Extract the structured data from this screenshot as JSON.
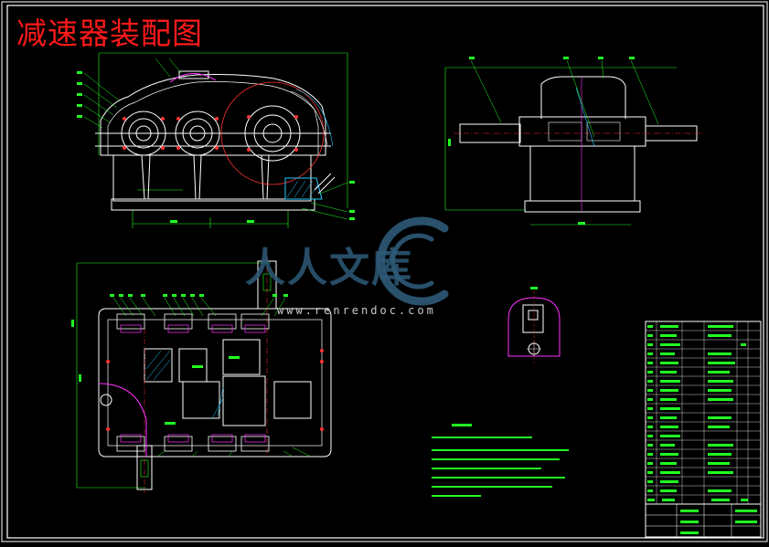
{
  "drawing": {
    "title": "减速器装配图",
    "watermark_text": "人人文库",
    "watermark_url": "www.renrendoc.com"
  },
  "colors": {
    "background": "#000000",
    "title": "#ff1a1a",
    "outline": "#ffffff",
    "dimension": "#22ff22",
    "accent": "#ff33ff",
    "gear_circle": "#ff3333",
    "hatch": "#22ccff",
    "watermark": "#2e5a78"
  },
  "icons": {
    "watermark_logo": "circle-c-logo-icon"
  }
}
